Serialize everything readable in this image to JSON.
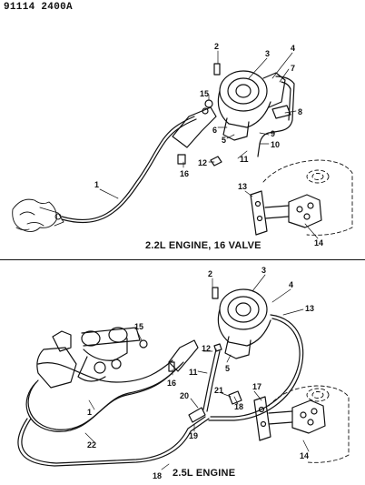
{
  "header": {
    "part_number": "91114 2400A"
  },
  "panels": [
    {
      "title": "2.2L ENGINE, 16 VALVE",
      "callouts": [
        "1",
        "2",
        "3",
        "4",
        "5",
        "6",
        "7",
        "8",
        "9",
        "10",
        "11",
        "12",
        "13",
        "14",
        "15",
        "16"
      ]
    },
    {
      "title": "2.5L ENGINE",
      "callouts": [
        "1",
        "2",
        "3",
        "4",
        "5",
        "11",
        "12",
        "13",
        "14",
        "15",
        "16",
        "17",
        "18",
        "18",
        "19",
        "20",
        "21",
        "22"
      ]
    }
  ]
}
